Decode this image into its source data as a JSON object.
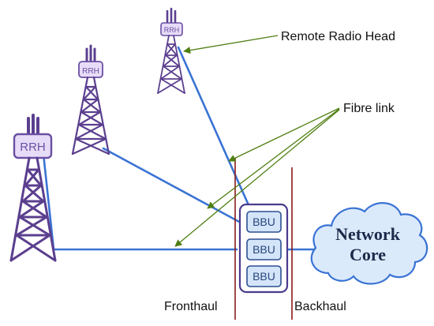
{
  "labels": {
    "remote_radio_head": "Remote Radio Head",
    "fibre_link": "Fibre link",
    "fronthaul": "Fronthaul",
    "backhaul": "Backhaul"
  },
  "towers": [
    {
      "rrh_label": "RRH"
    },
    {
      "rrh_label": "RRH"
    },
    {
      "rrh_label": "RRH"
    }
  ],
  "bbu_units": [
    "BBU",
    "BBU",
    "BBU"
  ],
  "network_core": {
    "line1": "Network",
    "line2": "Core"
  },
  "colors": {
    "tower": "#5b3f8f",
    "fibre": "#3a73d4",
    "arrow": "#4f7f12",
    "divider": "#8b1a1a",
    "cloud_fill": "#dbeafb",
    "cloud_stroke": "#3a73d4"
  }
}
